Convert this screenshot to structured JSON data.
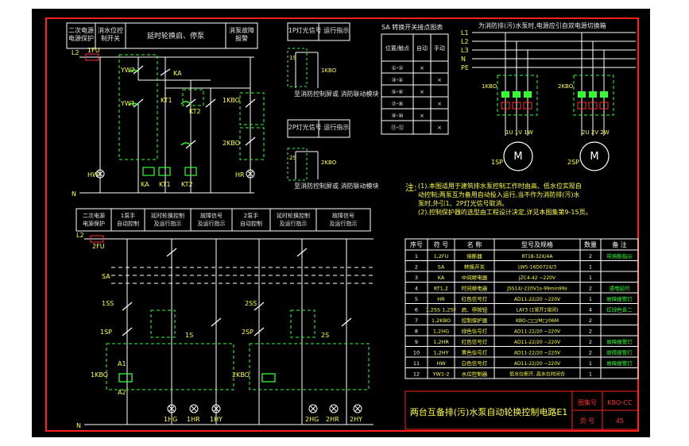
{
  "title_block": {
    "title": "两台互备排(污)水泵自动轮换控制电路E1",
    "atlas_label": "图集号",
    "atlas_value": "KBO-CC",
    "page_label": "页  号",
    "page_value": "45"
  },
  "upper_headers": [
    "二次电源 电源保护",
    "消水位控 制开关",
    "延时轮换启、停泵",
    "消泵故障 报警"
  ],
  "lower_headers": [
    "二次电源 电源保护",
    "1泵手 自动控制",
    "延时轮换控制 及运行指示",
    "故障信号 及运行指示",
    "2泵手 自动控制",
    "延时轮换控制 及运行指示",
    "故障信号 及运行指示"
  ],
  "signal_boxes": [
    {
      "title": "1P灯光信号 运行指示",
      "contacts": [
        "1S",
        "1KBO"
      ],
      "note": "至消防控制屏或 消防联动模块"
    },
    {
      "title": "2P灯光信号 运行指示",
      "contacts": [
        "2S",
        "2KBO"
      ],
      "note": "至消防控制屏或 消防联动模块"
    }
  ],
  "sa_table": {
    "title": "SA 转换开关接点图表",
    "header": [
      "位置/触点",
      "自动",
      "手动"
    ],
    "rows": [
      "①-②",
      "③-④",
      "⑤-⑥",
      "⑦-⑧",
      "⑨-⑩",
      "⑪-⑫"
    ],
    "marks": [
      [
        "×",
        ""
      ],
      [
        "",
        "×"
      ],
      [
        "×",
        ""
      ],
      [
        "",
        "×"
      ],
      [
        "×",
        ""
      ],
      [
        "",
        "×"
      ]
    ]
  },
  "power_bus": {
    "title": "为消防排(污)水泵时,电源应引自双电源切换箱",
    "lines": [
      "L1",
      "L2",
      "L3",
      "N",
      "PE"
    ]
  },
  "motors": [
    {
      "breaker": "1KBO",
      "contactor": "1U 1V 1W",
      "name": "1SP"
    },
    {
      "breaker": "2KBO",
      "contactor": "2U 2V 2W",
      "name": "2SP"
    }
  ],
  "notes": {
    "label": "注:",
    "lines": [
      "(1).本图适用于建筑排水泵控制工作时由高、低水位实现自",
      "动控制;两泵互为备用自动投入运行,当不作为消防排(污)水",
      "泵时,外引1、2P灯光信号取消。",
      "(2).控制保护器的选型由工程设计决定,详见本图集第9-15页。"
    ]
  },
  "component_table": {
    "header": [
      "序号",
      "符 号",
      "名  称",
      "型号及规格",
      "数量",
      "备 注"
    ],
    "rows": [
      [
        "1",
        "1,2FU",
        "熔断器",
        "RT18-32X/4A",
        "2",
        "带熔断指示"
      ],
      [
        "2",
        "SA",
        "转换开关",
        "LW5-16D0724/3",
        "1",
        ""
      ],
      [
        "3",
        "KA",
        "中间继电器",
        "JZC4-42 ~220V",
        "1",
        ""
      ],
      [
        "4",
        "KT1,2",
        "时间继电器",
        "JSS14/-220V1s-99min99s",
        "2",
        "通电延时"
      ],
      [
        "5",
        "HR",
        "红色信号灯",
        "AD11-22/20 ~220V",
        "1",
        "故障报警灯"
      ],
      [
        "6",
        "1,2SS 1,2SF",
        "启、停按钮",
        "LAY3 (1常开1常闭)",
        "4",
        "红绿色各二"
      ],
      [
        "7",
        "1,2KBO",
        "控制保护器",
        "KBO-□□/M□/06M",
        "2",
        ""
      ],
      [
        "8",
        "1,2HG",
        "绿色信号灯",
        "AD11-22/20 ~220V",
        "2",
        ""
      ],
      [
        "9",
        "1,2HR",
        "红色信号灯",
        "AD11-22/20 ~220V",
        "2",
        "故障报警灯"
      ],
      [
        "10",
        "1,2HY",
        "黄色信号灯",
        "AD11-22/20 ~220V",
        "2",
        "故障报警灯"
      ],
      [
        "11",
        "HW",
        "白色信号灯",
        "AD11-22/20 ~220V",
        "1",
        "故障报警灯"
      ],
      [
        "12",
        "YW1-2",
        "水位控制器",
        "低水位断开, 高水位时闭合",
        "1",
        ""
      ]
    ]
  },
  "upper_labels": {
    "l2": "L2",
    "fuse": "1FU",
    "n": "N",
    "yw2": "YW2",
    "yw1": "YW1",
    "ka": "KA",
    "kt1": "KT1",
    "kt2": "KT2",
    "kbo1": "1KBO",
    "kbo2": "2KBO",
    "hw": "HW",
    "hr": "HR"
  },
  "lower_labels": {
    "l2": "L2",
    "fuse": "2FU",
    "n": "N",
    "sa": "SA",
    "ss1": "1SS",
    "sp1": "1SP",
    "ss2": "2SS",
    "sp2": "2SP",
    "kbo1": "1KBO",
    "kbo2": "2KBO",
    "s1": "1S",
    "s2": "2S",
    "a1": "A1",
    "a2": "A2",
    "hg1": "1HG",
    "hr1": "1HR",
    "hy1": "1HY",
    "hg2": "2HG",
    "hr2": "2HR",
    "hy2": "2HY"
  }
}
